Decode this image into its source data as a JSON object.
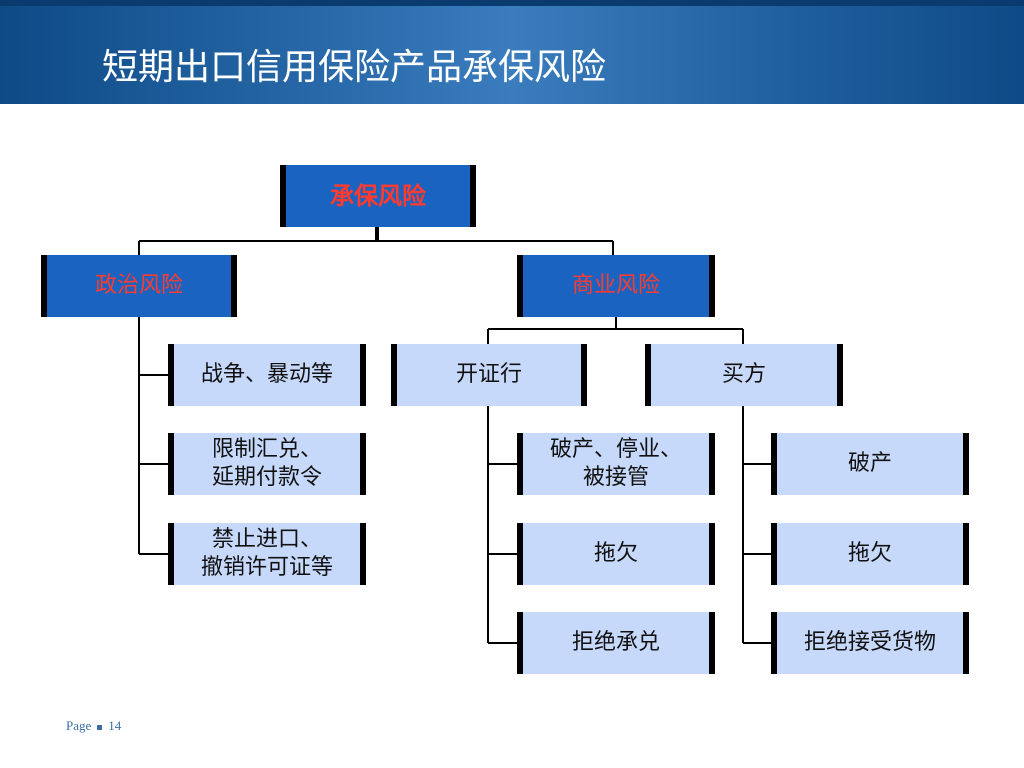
{
  "slide": {
    "title": "短期出口信用保险产品承保风险"
  },
  "diagram": {
    "root": "承保风险",
    "political": {
      "label": "政治风险",
      "items": [
        "战争、暴动等",
        "限制汇兑、\n延期付款令",
        "禁止进口、\n撤销许可证等"
      ]
    },
    "commercial": {
      "label": "商业风险",
      "issuing_bank": {
        "label": "开证行",
        "items": [
          "破产、停业、\n被接管",
          "拖欠",
          "拒绝承兑"
        ]
      },
      "buyer": {
        "label": "买方",
        "items": [
          "破产",
          "拖欠",
          "拒绝接受货物"
        ]
      }
    }
  },
  "footer": {
    "page_label": "Page",
    "page_number": "14"
  },
  "colors": {
    "header_blue": "#1d5c9c",
    "dark_box": "#1a63c0",
    "light_box": "#c7d9fb",
    "accent_red": "#ff3b2f"
  }
}
